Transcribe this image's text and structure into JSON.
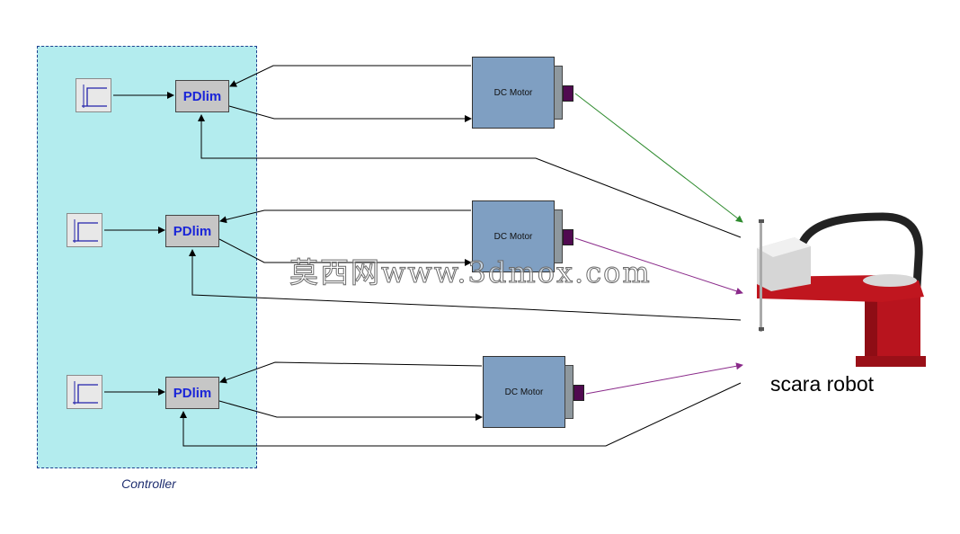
{
  "controller": {
    "label": "Controller"
  },
  "pd_blocks": [
    {
      "label": "PDlim"
    },
    {
      "label": "PDlim"
    },
    {
      "label": "PDlim"
    }
  ],
  "motors": [
    {
      "label": "DC Motor"
    },
    {
      "label": "DC Motor"
    },
    {
      "label": "DC Motor"
    }
  ],
  "robot": {
    "label": "scara robot"
  },
  "watermark": {
    "text": "莫西网www.3dmox.com"
  },
  "icons": {
    "step_source": "step-source-icon",
    "robot": "scara-robot-icon"
  },
  "colors": {
    "controller_fill": "#b3ecee",
    "controller_border": "#1f3f8f",
    "pd_text": "#1a25d8",
    "motor_body": "#7f9fc2",
    "shaft": "#500a50",
    "link_green": "#2e8b2e",
    "link_purple": "#8a2a8a",
    "robot_red": "#b8141e"
  }
}
